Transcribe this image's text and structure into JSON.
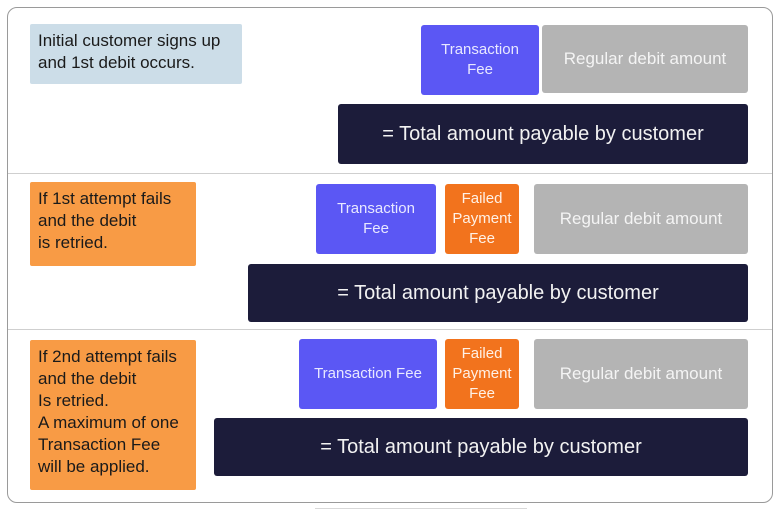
{
  "rows": [
    {
      "note": "Initial customer signs up\nand 1st debit occurs.",
      "transaction_fee": "Transaction\nFee",
      "regular": "Regular debit amount",
      "total": "= Total amount payable by customer"
    },
    {
      "note": "If 1st attempt fails\nand the debit\nis retried.",
      "transaction_fee": "Transaction\nFee",
      "failed_fee": "Failed\nPayment\nFee",
      "regular": "Regular debit amount",
      "total": "= Total amount payable by customer"
    },
    {
      "note": "If 2nd attempt fails\nand the debit\nIs retried.\nA maximum of one\nTransaction Fee\nwill be applied.",
      "transaction_fee": "Transaction Fee",
      "failed_fee": "Failed\nPayment\nFee",
      "regular": "Regular debit amount",
      "total": "= Total amount payable by customer"
    }
  ],
  "colors": {
    "transaction_fee": "#5b57f4",
    "failed_fee": "#f2731d",
    "regular": "#b4b4b4",
    "total": "#1c1c3a",
    "note_blue": "#ccdde8",
    "note_orange": "#f89b45"
  }
}
